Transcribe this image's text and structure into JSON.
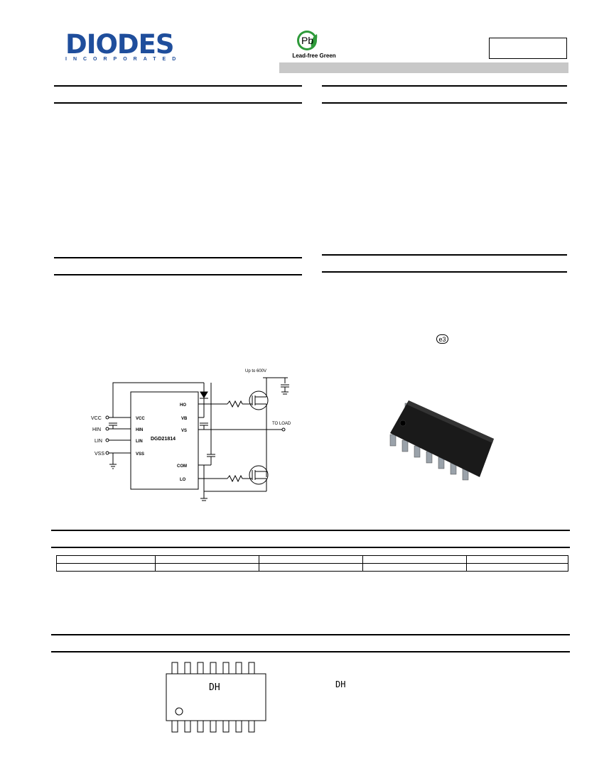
{
  "header": {
    "logo_text": "DIODES",
    "logo_subtext": "INCORPORATED",
    "leadfree_label": "Lead-free Green",
    "pb_symbol": "Pb"
  },
  "circuit": {
    "supply_label": "Up to 600V",
    "load_label": "TO LOAD",
    "ic_name": "DGD21814",
    "pins_left": [
      "VCC",
      "HIN",
      "LIN",
      "VSS"
    ],
    "pins_right": [
      "HO",
      "VB",
      "VS",
      "COM",
      "LO"
    ],
    "inputs": [
      "VCC",
      "HIN",
      "LIN",
      "VSS"
    ]
  },
  "package": {
    "e3_mark": "e3"
  },
  "marking": {
    "chip_text": "DH",
    "side_text": "DH"
  },
  "colors": {
    "logo_blue": "#1f4e9c",
    "leaf_green": "#2e9a3a",
    "header_bar": "#c8c8c8"
  }
}
